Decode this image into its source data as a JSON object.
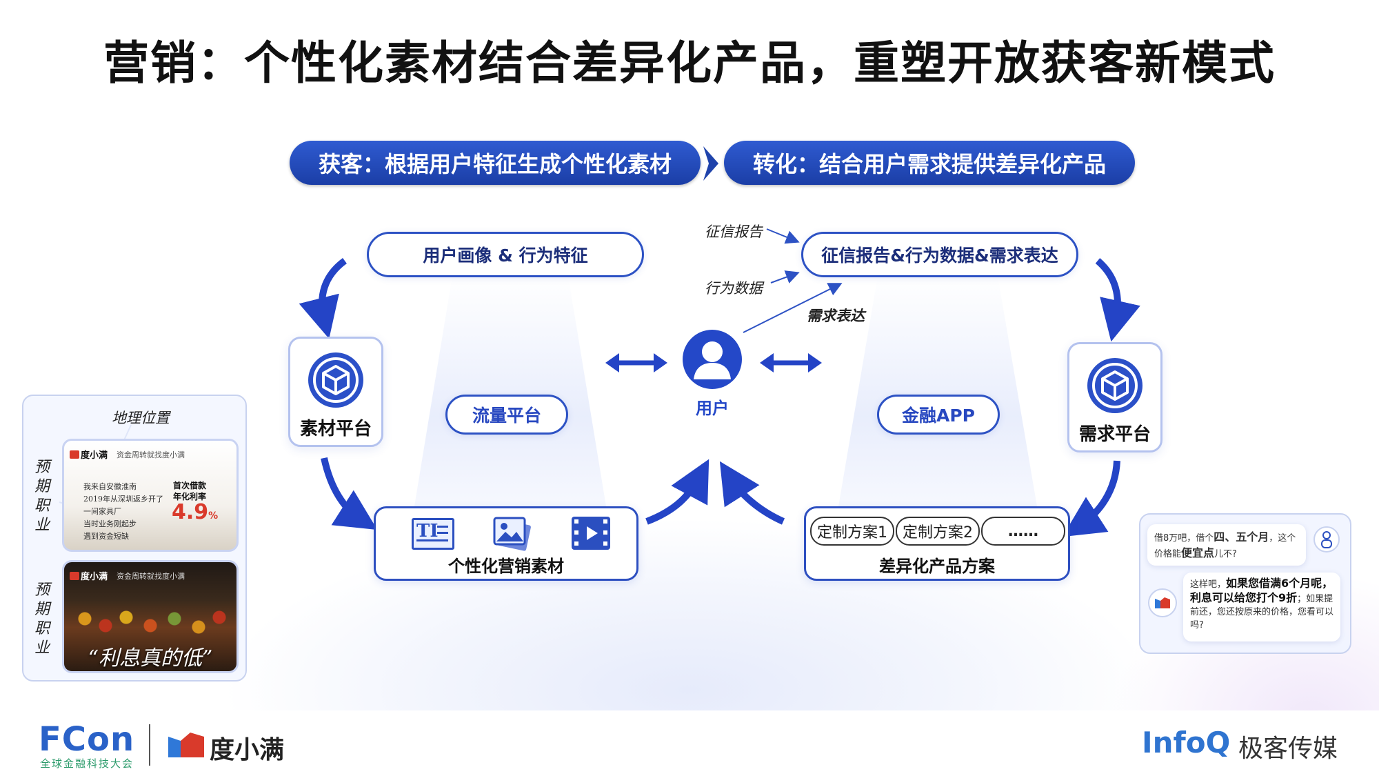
{
  "title": "营销：个性化素材结合差异化产品，重塑开放获客新模式",
  "banners": {
    "left": "获客：根据用户特征生成个性化素材",
    "right": "转化：结合用户需求提供差异化产品"
  },
  "top_pills": {
    "left": "用户画像 & 行为特征",
    "right": "征信报告&行为数据&需求表达"
  },
  "annotations": {
    "credit": "征信报告",
    "behavior": "行为数据",
    "demand": "需求表达",
    "location": "地理位置",
    "job1": "预期职业",
    "job2": "预期职业"
  },
  "platforms": {
    "material": "素材平台",
    "demand": "需求平台"
  },
  "middle_pills": {
    "traffic": "流量平台",
    "finance": "金融APP"
  },
  "user_label": "用户",
  "material_box": {
    "label": "个性化营销素材",
    "text_icon": "TI"
  },
  "product_box": {
    "label": "差异化产品方案",
    "chips": [
      "定制方案1",
      "定制方案2",
      "……"
    ]
  },
  "ad_card1": {
    "brand": "度小满",
    "slogan": "资金周转就找度小满",
    "lines": [
      "我来自安徽淮南",
      "2019年从深圳返乡开了",
      "一间家具厂",
      "当时业务刚起步",
      "遇到资金短缺"
    ],
    "rate_label1": "首次借款",
    "rate_label2": "年化利率",
    "rate_value": "4.9",
    "rate_unit": "%"
  },
  "ad_card2": {
    "brand": "度小满",
    "slogan": "资金周转就找度小满",
    "quote": "“利息真的低”"
  },
  "chat": {
    "user_msg_a": "借8万吧，借个",
    "user_msg_b": "四、五个月",
    "user_msg_c": "，这个价格能",
    "user_msg_d": "便宜点",
    "user_msg_e": "儿不?",
    "bot_msg_a": "这样吧，",
    "bot_msg_b": "如果您借满6个月呢，利息可以给您打个9折",
    "bot_msg_c": "；如果提前还，您还按原来的价格，您看可以吗?"
  },
  "footer": {
    "fcon": "FCon",
    "fcon_sub": "全球金融科技大会",
    "dxm": "度小满",
    "infoq": "InfoQ",
    "geek": "极客传媒"
  },
  "colors": {
    "primary": "#2d52c4",
    "banner": "#1f43ab",
    "rate": "#d93a2b"
  }
}
